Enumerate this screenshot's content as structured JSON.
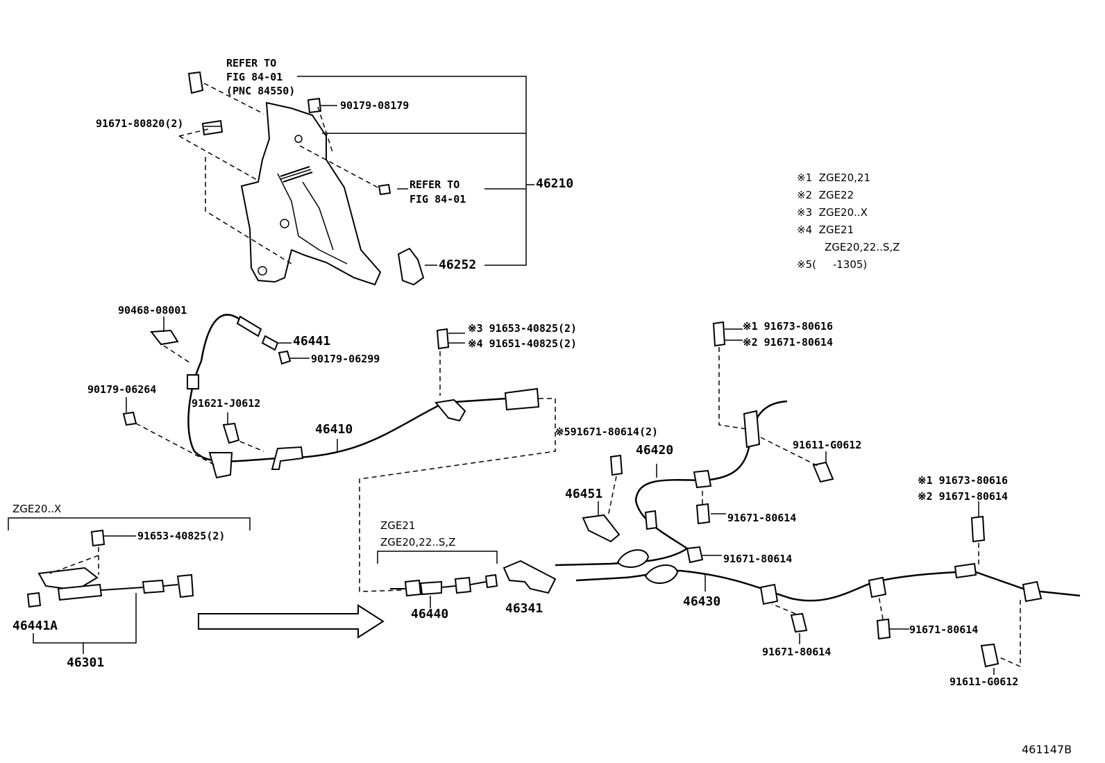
{
  "diagram_code": "461147B",
  "legend": [
    {
      "mark": "※1",
      "text": "ZGE20,21"
    },
    {
      "mark": "※2",
      "text": "ZGE22"
    },
    {
      "mark": "※3",
      "text": "ZGE20..X"
    },
    {
      "mark": "※4",
      "text": "ZGE21"
    },
    {
      "mark": "",
      "text": "ZGE20,22..S,Z"
    },
    {
      "mark": "※5",
      "text": "(     -1305)"
    }
  ],
  "labels": {
    "refer_top_1": "REFER TO",
    "refer_top_2": "FIG 84-01",
    "refer_top_3": "(PNC 84550)",
    "refer_mid_1": "REFER TO",
    "refer_mid_2": "FIG 84-01",
    "p_90179_08179": "90179-08179",
    "p_91671_80820": "91671-80820(2)",
    "p_46210": "46210",
    "p_46252": "46252",
    "p_90468_08001": "90468-08001",
    "p_46441": "46441",
    "p_90179_06299": "90179-06299",
    "p_90179_06264": "90179-06264",
    "p_91621_J0612": "91621-J0612",
    "p_46410": "46410",
    "p_91653_40825_a": "※3 91653-40825(2)",
    "p_91651_40825": "※4 91651-40825(2)",
    "p_91671_80614_s5": "※591671-80614(2)",
    "p_91673_80616_a": "※1 91673-80616",
    "p_91671_80614_a": "※2 91671-80614",
    "p_91611_G0612_a": "91611-G0612",
    "p_46420": "46420",
    "p_46451": "46451",
    "p_91671_80614_b": "91671-80614",
    "p_91671_80614_c": "91671-80614",
    "p_91673_80616_b": "※1 91673-80616",
    "p_91671_80614_d": "※2 91671-80614",
    "p_46430": "46430",
    "p_91671_80614_e": "91671-80614",
    "p_91671_80614_f": "91671-80614",
    "p_91611_G0612_b": "91611-G0612",
    "group_zge20x": "ZGE20..X",
    "p_91653_40825_b": "91653-40825(2)",
    "p_46441A": "46441A",
    "p_46301": "46301",
    "group_zge21": "ZGE21",
    "group_zge2022": "ZGE20,22..S,Z",
    "p_46440": "46440",
    "p_46341": "46341"
  }
}
